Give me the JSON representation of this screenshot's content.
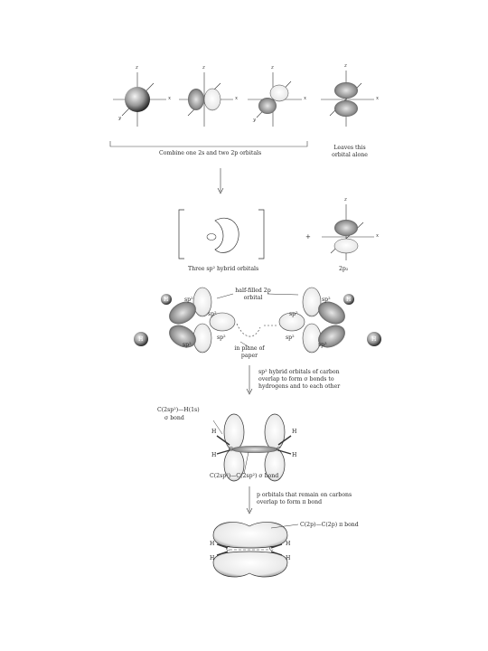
{
  "row1": {
    "axes": {
      "z": "z",
      "x": "x",
      "y": "y"
    },
    "combine_label": "Combine one 2s and two 2p orbitals",
    "leaves_label_line1": "Leaves this",
    "leaves_label_line2": "orbital alone"
  },
  "row2": {
    "hybrid_label": "Three sp² hybrid orbitals",
    "pz_label": "2p₂",
    "plus": "+"
  },
  "row3": {
    "half_filled_line1": "half-filled 2p",
    "half_filled_line2": "orbital",
    "in_plane_line1": "in plane of",
    "in_plane_line2": "paper",
    "sp2": "sp²",
    "H": "H"
  },
  "step1": {
    "line1": "sp² hybrid orbitals of carbon",
    "line2": "overlap to form σ bonds to",
    "line3": "hydrogens and to each other"
  },
  "row4": {
    "ch_bond_line1": "C(2sp²)—H(1s)",
    "ch_bond_line2": "σ bond",
    "cc_bond": "C(2sp²)—C(2sp²) σ bond",
    "H": "H",
    "C": "C"
  },
  "step2": {
    "line1": "p orbitals that remain on carbons",
    "line2": "overlap to form π bond"
  },
  "row5": {
    "pi_bond": "C(2p)—C(2p) π bond",
    "H": "H",
    "C": "C"
  }
}
